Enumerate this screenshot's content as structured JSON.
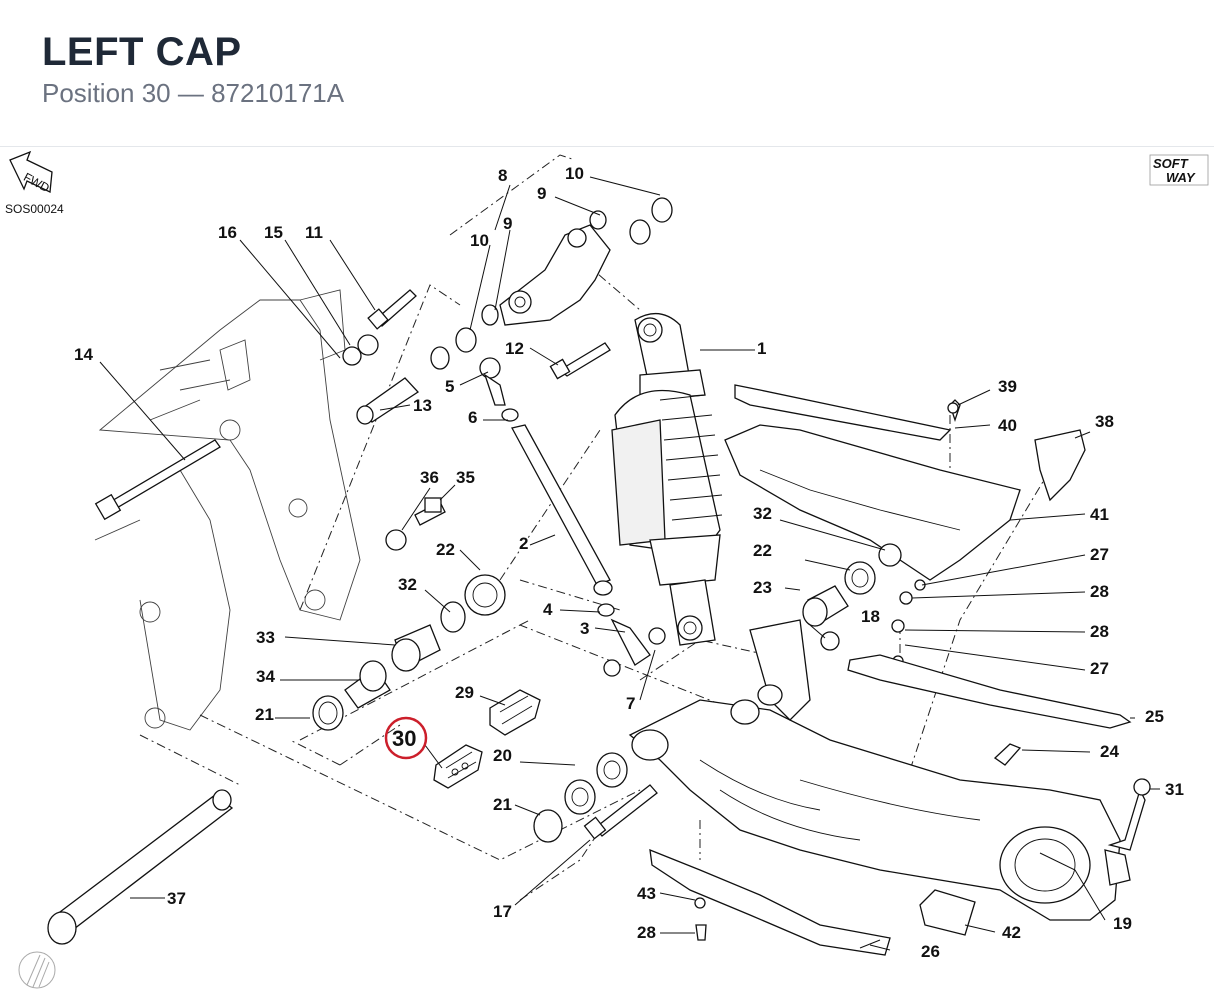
{
  "header": {
    "title": "LEFT CAP",
    "subtitle": "Position 30 — 87210171A"
  },
  "diagram": {
    "drawing_code": "SOS00024",
    "fwd_label": "FWD",
    "logo_soft": "SOFT",
    "logo_way": "WAY",
    "highlight_color": "#cc1f2b",
    "highlighted_label": "30",
    "labels": {
      "l1": "1",
      "l2": "2",
      "l3": "3",
      "l4": "4",
      "l5": "5",
      "l6": "6",
      "l7": "7",
      "l8": "8",
      "l9a": "9",
      "l9b": "9",
      "l10a": "10",
      "l10b": "10",
      "l11": "11",
      "l12": "12",
      "l13": "13",
      "l14": "14",
      "l15": "15",
      "l16": "16",
      "l17": "17",
      "l18": "18",
      "l19": "19",
      "l20": "20",
      "l21a": "21",
      "l21b": "21",
      "l22a": "22",
      "l22b": "22",
      "l23": "23",
      "l24": "24",
      "l25": "25",
      "l26": "26",
      "l27a": "27",
      "l27b": "27",
      "l28a": "28",
      "l28b": "28",
      "l28c": "28",
      "l29": "29",
      "l31": "31",
      "l32a": "32",
      "l32b": "32",
      "l33": "33",
      "l34": "34",
      "l35": "35",
      "l36": "36",
      "l37": "37",
      "l38": "38",
      "l39": "39",
      "l40": "40",
      "l41": "41",
      "l42": "42",
      "l43": "43"
    }
  }
}
